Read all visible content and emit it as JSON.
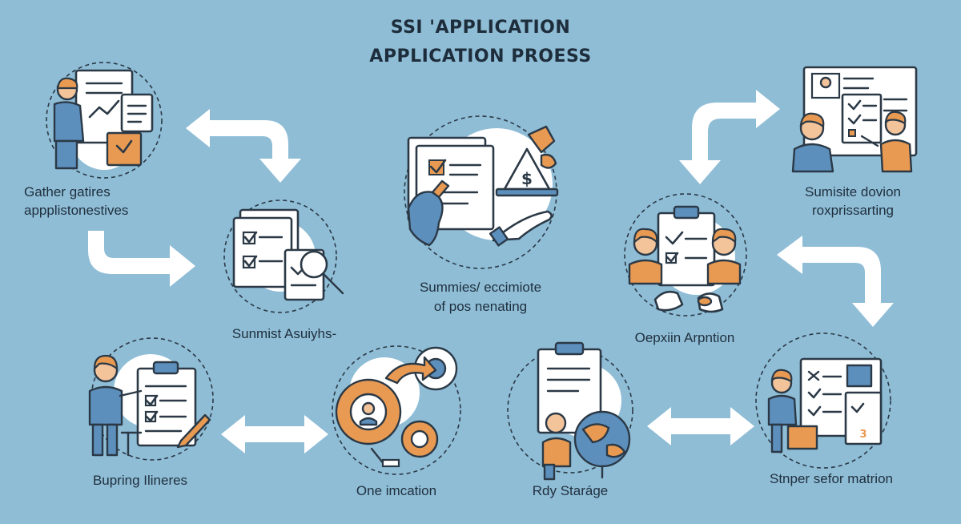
{
  "header": {
    "title_line1": "SSI 'APPLICATION",
    "title_line2": "APPLICATION PROESS"
  },
  "steps": [
    {
      "id": "gather",
      "line1": "Gather gatires",
      "line2": "appplistonestives",
      "icon": "document-person-icon"
    },
    {
      "id": "submit",
      "line1": "Sunmist Asuiyhs-",
      "line2": "",
      "icon": "documents-magnifier-icon"
    },
    {
      "id": "summies",
      "line1": "Summies/ eccimiote",
      "line2": "of pos nenating",
      "icon": "money-scale-icon"
    },
    {
      "id": "oepxiin",
      "line1": "Oepxiin Arpntion",
      "line2": "",
      "icon": "clipboard-people-icon"
    },
    {
      "id": "sumisite",
      "line1": "Sumisite dovion",
      "line2": "roxprissarting",
      "icon": "presentation-board-icon"
    },
    {
      "id": "bupring",
      "line1": "Bupring Ilineres",
      "line2": "",
      "icon": "clipboard-presenter-icon"
    },
    {
      "id": "one",
      "line1": "One imcation",
      "line2": "",
      "icon": "gears-icon"
    },
    {
      "id": "rdy",
      "line1": "Rdy Staráge",
      "line2": "",
      "icon": "clipboard-globe-icon"
    },
    {
      "id": "stnper",
      "line1": "Stnper sefor matrion",
      "line2": "",
      "icon": "checklist-person-icon"
    }
  ],
  "colors": {
    "background": "#8fbdd6",
    "accent_orange": "#e99a52",
    "accent_blue": "#5d8fbd",
    "outline": "#2b3946",
    "arrow": "#ffffff"
  }
}
